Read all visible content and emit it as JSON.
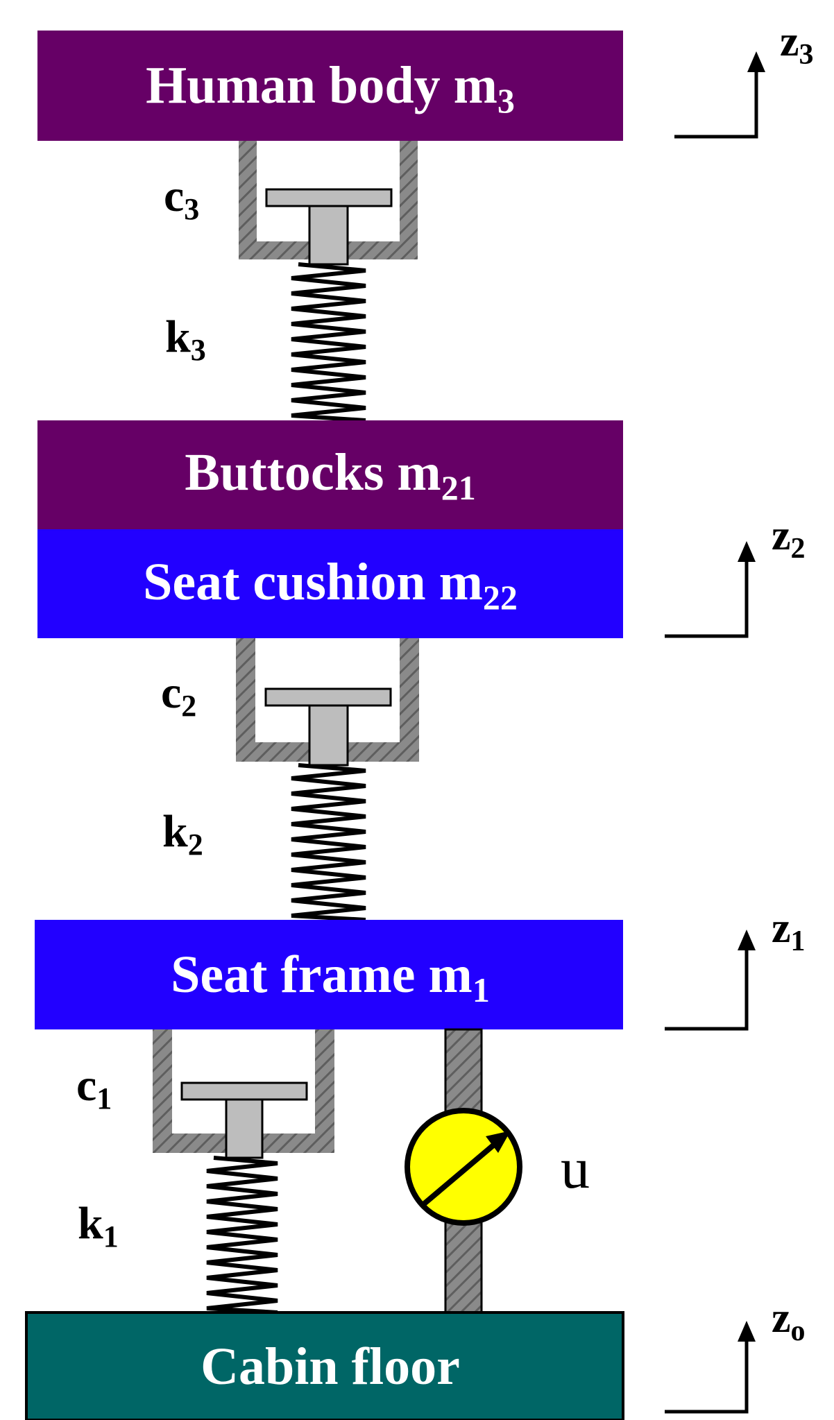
{
  "blocks": {
    "human_body": {
      "label": "Human body m",
      "sub": "3",
      "fill": "#660066",
      "text_color": "#ffffff"
    },
    "buttocks": {
      "label": "Buttocks m",
      "sub": "21",
      "fill": "#660066",
      "text_color": "#ffffff"
    },
    "seat_cushion": {
      "label": "Seat cushion m",
      "sub": "22",
      "fill": "#2200ff",
      "text_color": "#ffffff"
    },
    "seat_frame": {
      "label": "Seat frame m",
      "sub": "1",
      "fill": "#2200ff",
      "text_color": "#ffffff"
    },
    "cabin_floor": {
      "label": "Cabin floor",
      "fill": "#006666",
      "text_color": "#ffffff"
    }
  },
  "dampers": [
    {
      "label": "c",
      "sub": "3"
    },
    {
      "label": "c",
      "sub": "2"
    },
    {
      "label": "c",
      "sub": "1"
    }
  ],
  "springs": [
    {
      "label": "k",
      "sub": "3"
    },
    {
      "label": "k",
      "sub": "2"
    },
    {
      "label": "k",
      "sub": "1"
    }
  ],
  "coordinates": [
    {
      "label": "z",
      "sub": "3"
    },
    {
      "label": "z",
      "sub": "2"
    },
    {
      "label": "z",
      "sub": "1"
    },
    {
      "label": "z",
      "sub": "o"
    }
  ],
  "actuator": {
    "label": "u",
    "fill": "#ffff00"
  },
  "colors": {
    "hatch": "#7a7a7a",
    "piston": "#bdbdbd",
    "spring": "#000000"
  }
}
